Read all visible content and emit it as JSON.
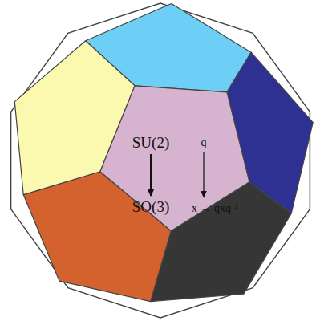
{
  "diagram": {
    "nodes": [
      {
        "text": [
          "SU(2)"
        ]
      },
      {
        "text": [
          "SO(3)"
        ]
      },
      {
        "text": [
          "q"
        ]
      },
      {
        "text": [
          "x → qxq⁻¹"
        ]
      }
    ],
    "edges": [
      {
        "from": 0,
        "to": 1,
        "arrow": "to"
      },
      {
        "from": 2,
        "to": 3,
        "arrow": "to"
      }
    ]
  }
}
